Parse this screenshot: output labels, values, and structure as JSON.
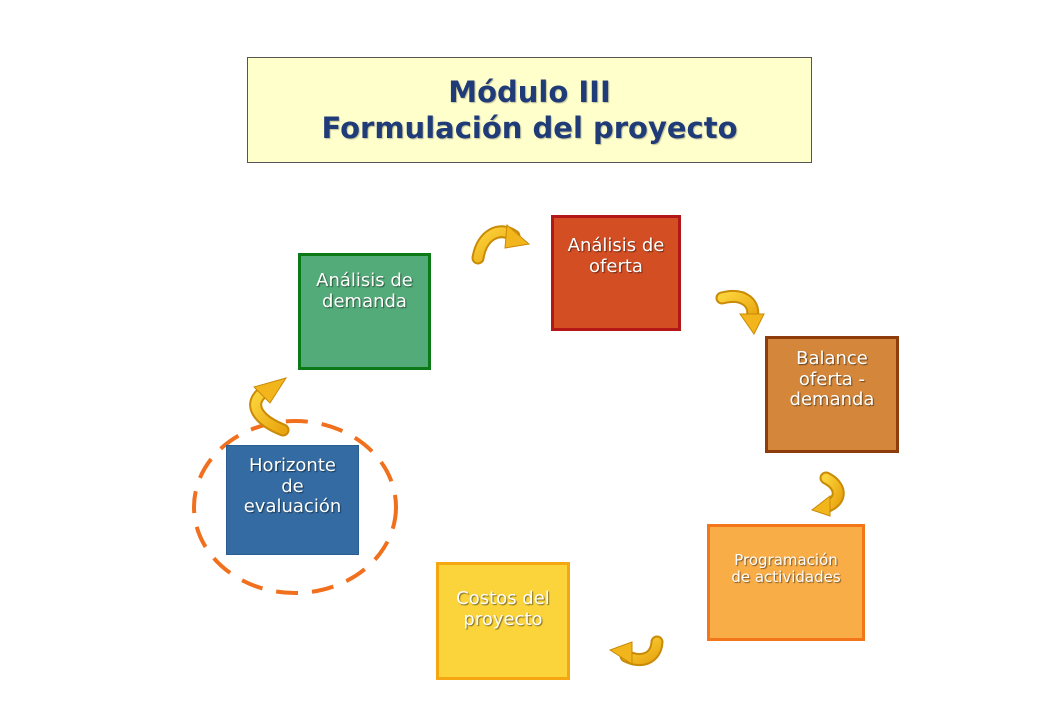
{
  "title": {
    "line1": "Módulo III",
    "line2": "Formulación del proyecto"
  },
  "nodes": {
    "demanda": {
      "line1": "Análisis de",
      "line2": "demanda"
    },
    "oferta": {
      "line1": "Análisis de",
      "line2": "oferta"
    },
    "balance": {
      "line1": "Balance",
      "line2": "oferta -",
      "line3": "demanda"
    },
    "programacion": {
      "line1": "Programación",
      "line2": "de actividades"
    },
    "costos": {
      "line1": "Costos del",
      "line2": "proyecto"
    },
    "horizonte": {
      "line1": "Horizonte",
      "line2": "de",
      "line3": "evaluación"
    }
  },
  "colors": {
    "title_bg": "#ffffcc",
    "title_text": "#1f3b78",
    "arrow": "#f2b51c",
    "highlight_circle": "#f0701e"
  },
  "icons": {
    "cycle_arrow": "curved-arrow-icon"
  }
}
